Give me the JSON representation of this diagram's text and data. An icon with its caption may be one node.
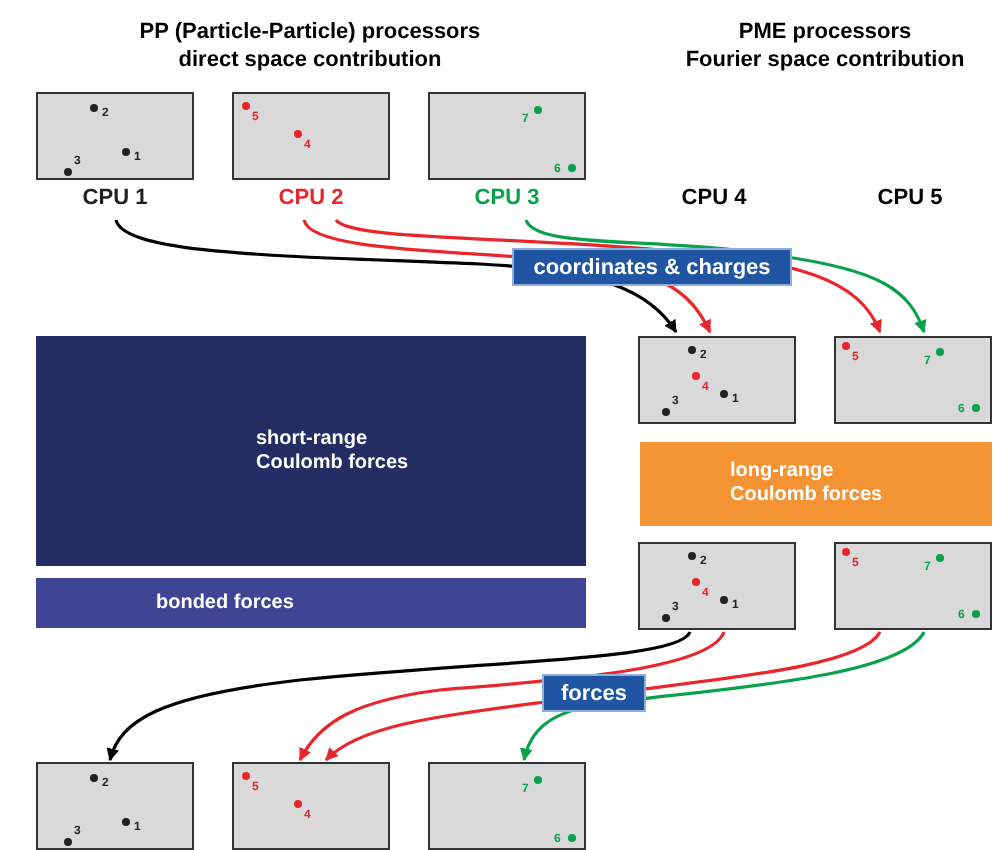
{
  "diagram": {
    "nodes": [
      {
        "text": [
          "2",
          "3",
          "1"
        ],
        "beside": [
          "CPU 1"
        ]
      },
      {
        "text": [
          "5",
          "4"
        ],
        "beside": [
          "CPU 2"
        ]
      },
      {
        "text": [
          "7",
          "6"
        ],
        "beside": [
          "CPU 3"
        ]
      },
      {
        "text": [
          "2",
          "4",
          "3",
          "1"
        ]
      },
      {
        "text": [
          "5",
          "7",
          "6"
        ]
      },
      {
        "text": [
          "2",
          "4",
          "3",
          "1"
        ]
      },
      {
        "text": [
          "5",
          "7",
          "6"
        ]
      },
      {
        "text": [
          "2",
          "3",
          "1"
        ]
      },
      {
        "text": [
          "5",
          "4"
        ]
      },
      {
        "text": [
          "7",
          "6"
        ]
      },
      {
        "text": [
          "short-range Coulomb forces"
        ]
      },
      {
        "text": [
          "bonded forces"
        ]
      },
      {
        "text": [
          "long-range Coulomb forces"
        ]
      }
    ],
    "edges": [
      {
        "from": 0,
        "to": 3,
        "arrow": "to",
        "color": "#000000"
      },
      {
        "from": 1,
        "to": 3,
        "arrow": "to"
      },
      {
        "from": 1,
        "to": 4,
        "arrow": "to"
      },
      {
        "from": 2,
        "to": 4,
        "arrow": "to",
        "color": "#0aa14b"
      },
      {
        "from": 5,
        "to": 7,
        "arrow": "to",
        "color": "#000000"
      },
      {
        "from": 5,
        "to": 8,
        "arrow": "to"
      },
      {
        "from": 6,
        "to": 8,
        "arrow": "to"
      },
      {
        "from": 6,
        "to": 9,
        "arrow": "to",
        "color": "#0aa14b"
      }
    ],
    "labels": [
      "PP (Particle-Particle) processors",
      "direct space contribution",
      "PME processors",
      "Fourier space contribution",
      "CPU 4",
      "CPU 5",
      "coordinates & charges",
      "forces"
    ]
  }
}
